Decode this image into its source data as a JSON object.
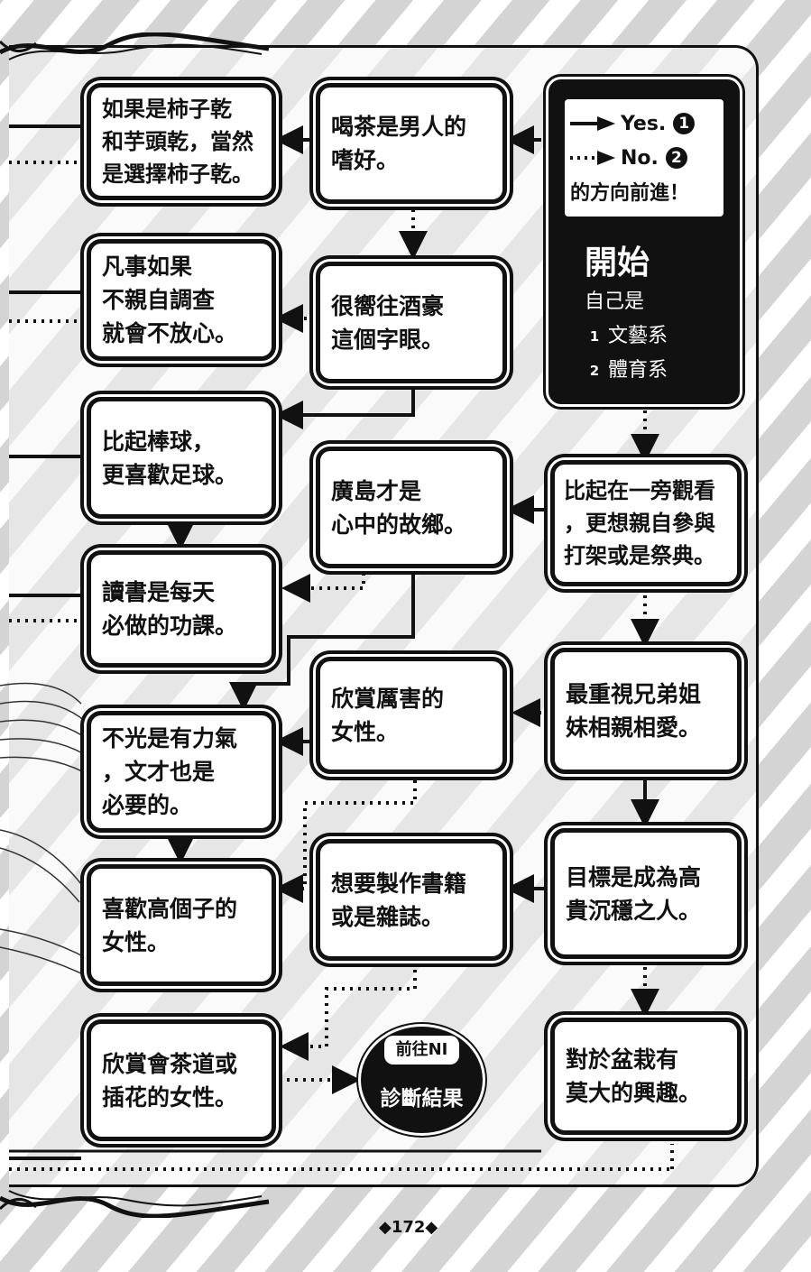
{
  "legend": {
    "yes": "Yes.",
    "no": "No.",
    "yes_num": "1",
    "no_num": "2",
    "direction": "的方向前進！"
  },
  "start": {
    "title": "開始",
    "question": "自己是",
    "option1": "文藝系",
    "option2": "體育系",
    "option1_num": "1",
    "option2_num": "2"
  },
  "nodes": {
    "persimmon": "如果是柿子乾\n和芋頭乾，當然\n是選擇柿子乾。",
    "tea": "喝茶是男人的\n嗜好。",
    "investigate": "凡事如果\n不親自調查\n就會不放心。",
    "sake": "很嚮往酒豪\n這個字眼。",
    "soccer": "比起棒球，\n更喜歡足球。",
    "hiroshima": "廣島才是\n心中的故鄉。",
    "festival": "比起在一旁觀看\n，更想親自參與\n打架或是祭典。",
    "reading": "讀書是每天\n必做的功課。",
    "strong_women": "欣賞厲害的\n女性。",
    "siblings": "最重視兄弟姐\n妹相親相愛。",
    "power_literary": "不光是有力氣\n，文才也是\n必要的。",
    "books": "想要製作書籍\n或是雜誌。",
    "noble": "目標是成為高\n貴沉穩之人。",
    "tall_women": "喜歡高個子的\n女性。",
    "tea_ceremony": "欣賞會茶道或\n插花的女性。",
    "bonsai": "對於盆栽有\n莫大的興趣。"
  },
  "result": {
    "tag": "前往NI",
    "label": "診斷結果"
  },
  "page_number": "◆172◆",
  "colors": {
    "ink": "#111111",
    "paper": "#ffffff",
    "stripe": "#d4d4d4"
  }
}
